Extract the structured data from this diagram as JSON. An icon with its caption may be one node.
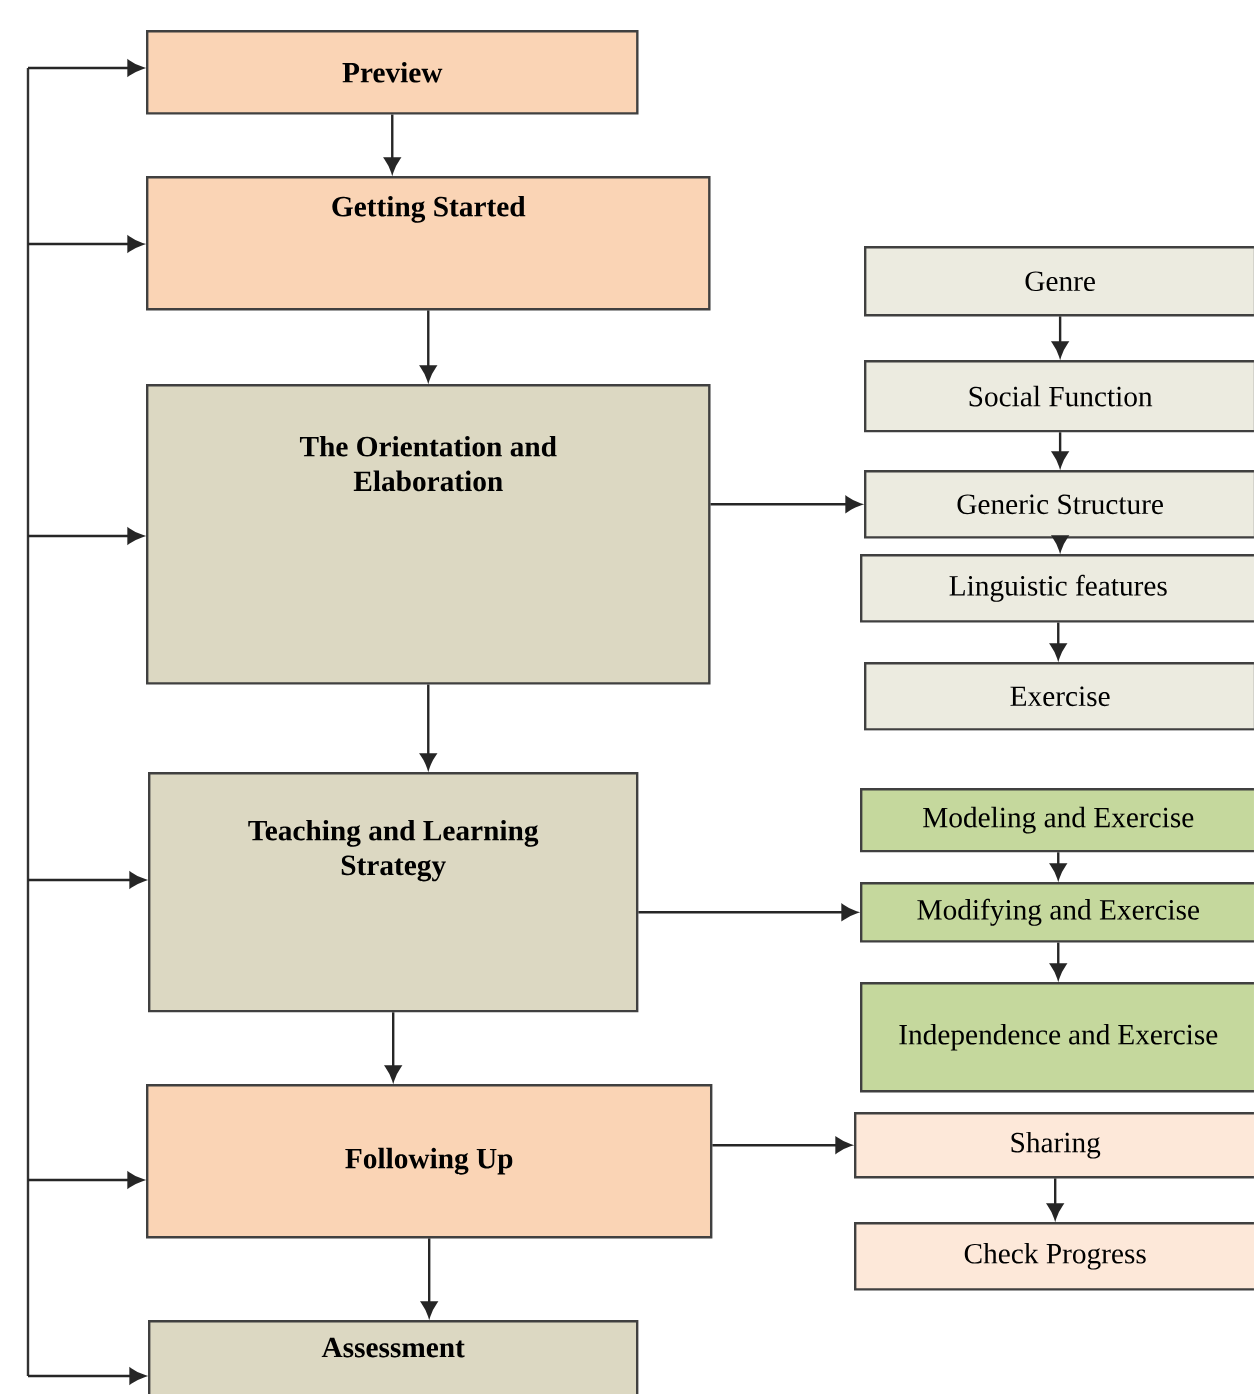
{
  "diagram": {
    "nodes": [
      {
        "text": [
          "Preview"
        ]
      },
      {
        "text": [
          "Getting Started"
        ]
      },
      {
        "text": [
          "The Orientation and Elaboration"
        ]
      },
      {
        "text": [
          "Teaching and Learning Strategy"
        ]
      },
      {
        "text": [
          "Following Up"
        ]
      },
      {
        "text": [
          "Assessment"
        ]
      },
      {
        "text": [
          "Genre"
        ]
      },
      {
        "text": [
          "Social Function"
        ]
      },
      {
        "text": [
          "Generic Structure"
        ]
      },
      {
        "text": [
          "Linguistic features"
        ]
      },
      {
        "text": [
          "Exercise"
        ]
      },
      {
        "text": [
          "Modeling and Exercise"
        ]
      },
      {
        "text": [
          "Modifying and Exercise"
        ]
      },
      {
        "text": [
          "Independence and Exercise"
        ]
      },
      {
        "text": [
          "Sharing"
        ]
      },
      {
        "text": [
          "Check Progress"
        ]
      }
    ],
    "edges": [
      {
        "from": 0,
        "to": 1,
        "arrow": "to"
      },
      {
        "from": 1,
        "to": 2,
        "arrow": "to"
      },
      {
        "from": 2,
        "to": 3,
        "arrow": "to"
      },
      {
        "from": 3,
        "to": 4,
        "arrow": "to"
      },
      {
        "from": 4,
        "to": 5,
        "arrow": "to"
      },
      {
        "from": 2,
        "to": 8,
        "arrow": "to"
      },
      {
        "from": 6,
        "to": 7,
        "arrow": "to"
      },
      {
        "from": 7,
        "to": 8,
        "arrow": "to"
      },
      {
        "from": 8,
        "to": 9,
        "arrow": "to"
      },
      {
        "from": 9,
        "to": 10,
        "arrow": "to"
      },
      {
        "from": 3,
        "to": 12,
        "arrow": "to"
      },
      {
        "from": 11,
        "to": 12,
        "arrow": "to"
      },
      {
        "from": 12,
        "to": 13,
        "arrow": "to"
      },
      {
        "from": 4,
        "to": 14,
        "arrow": "to"
      },
      {
        "from": 14,
        "to": 15,
        "arrow": "to"
      },
      {
        "from": null,
        "to": 0,
        "arrow": "to"
      },
      {
        "from": null,
        "to": 1,
        "arrow": "to"
      },
      {
        "from": null,
        "to": 2,
        "arrow": "to"
      },
      {
        "from": null,
        "to": 3,
        "arrow": "to"
      },
      {
        "from": null,
        "to": 4,
        "arrow": "to"
      },
      {
        "from": null,
        "to": 5,
        "arrow": "to"
      }
    ]
  }
}
